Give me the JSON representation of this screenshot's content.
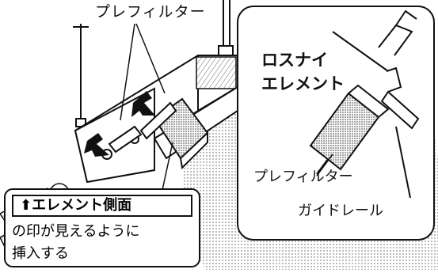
{
  "labels": {
    "prefilter_main": "プレフィルター",
    "element_line1": "ロスナイ",
    "element_line2": "エレメント",
    "prefilter_detail": "プレフィルター",
    "guide_rail": "ガイドレール"
  },
  "callout": {
    "header_arrow": "⬆",
    "header_text": "エレメント側面",
    "line1": "の印が見えるように",
    "line2": "挿入する"
  }
}
